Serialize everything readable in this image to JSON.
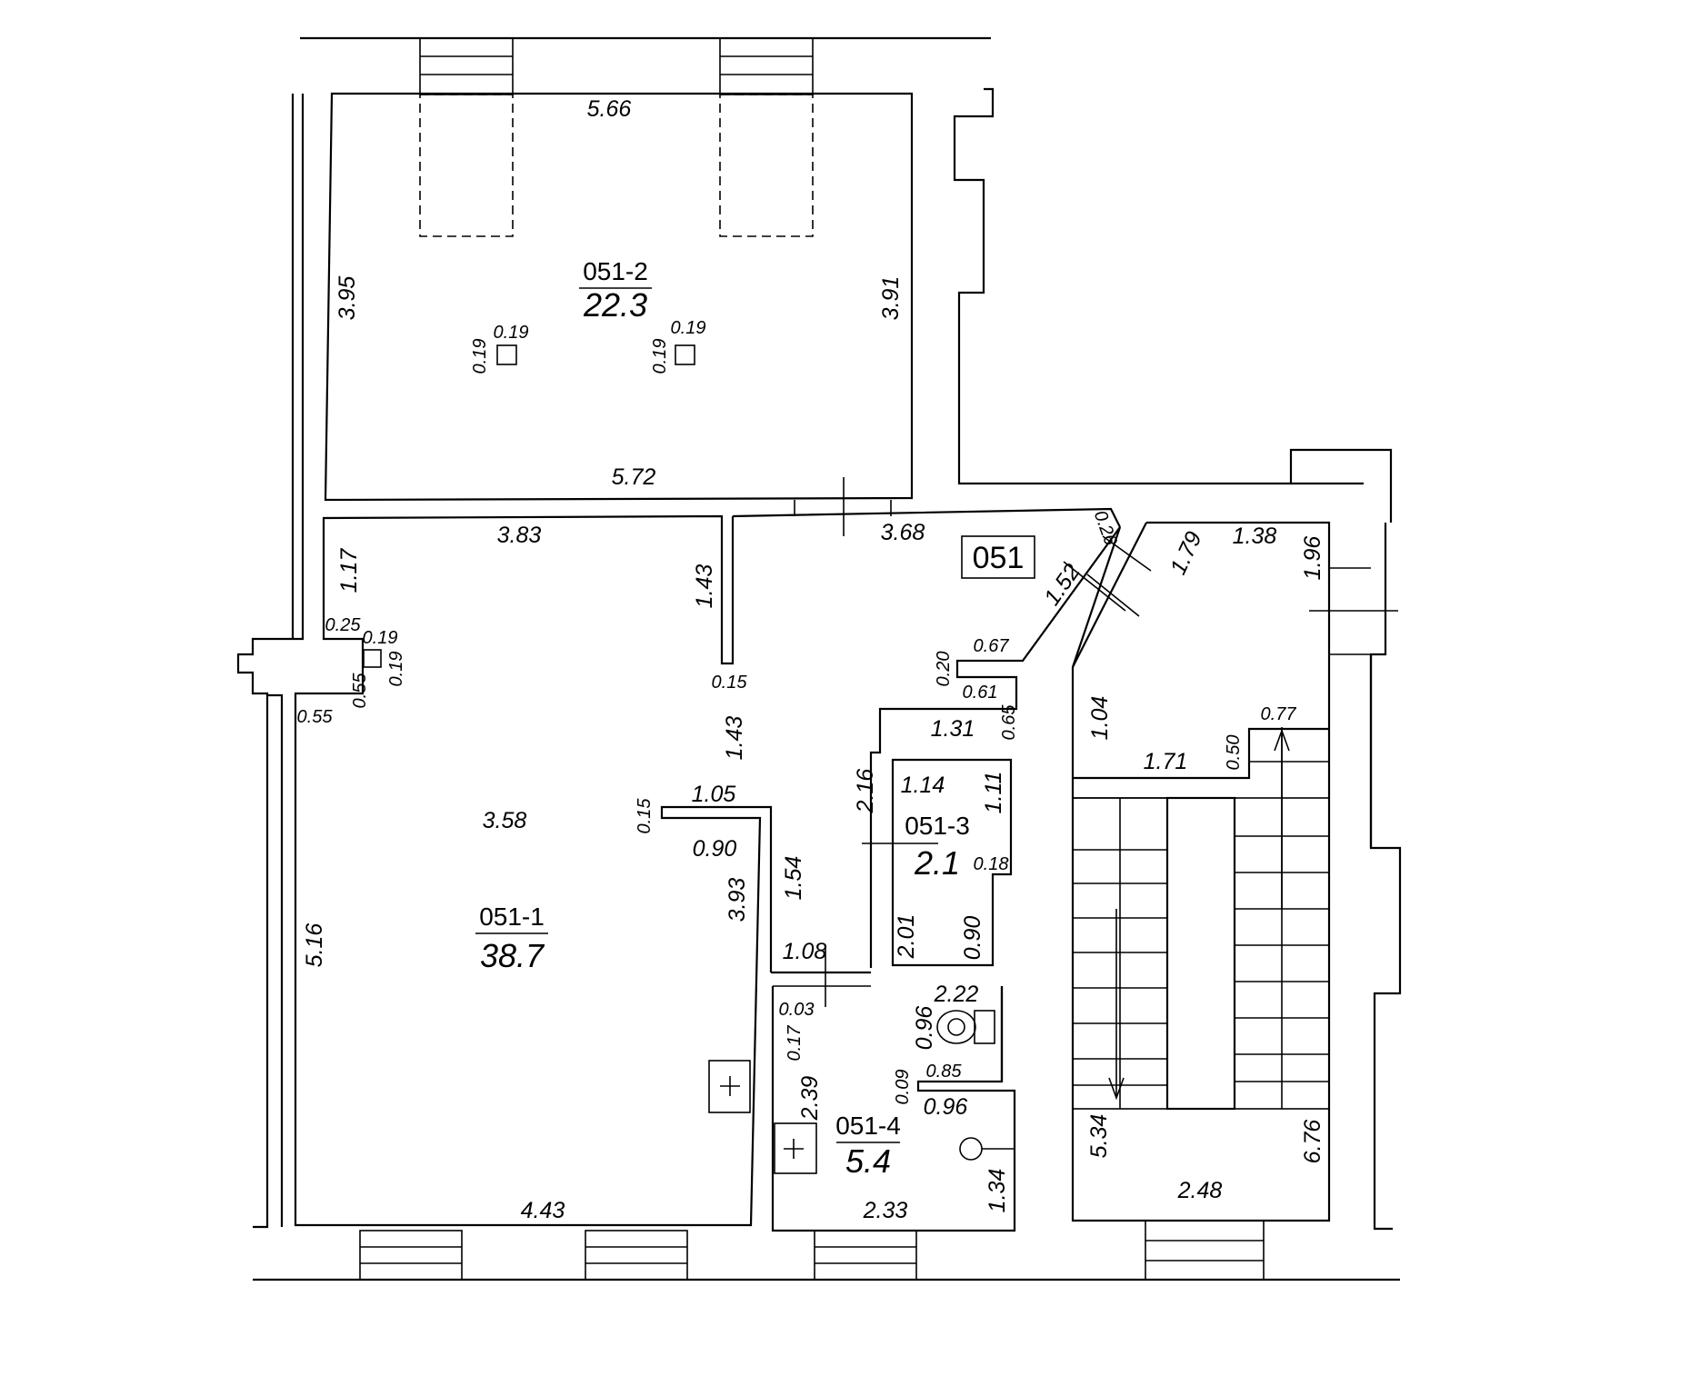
{
  "plan_label": "051",
  "rooms": [
    {
      "id": "051-2",
      "area": "22.3"
    },
    {
      "id": "051-1",
      "area": "38.7"
    },
    {
      "id": "051-3",
      "area": "2.1"
    },
    {
      "id": "051-4",
      "area": "5.4"
    }
  ],
  "dimensions": {
    "r2_top": "5.66",
    "r2_left": "3.95",
    "r2_right": "3.91",
    "r2_bottom": "5.72",
    "r2_col1_w": "0.19",
    "r2_col1_h": "0.19",
    "r2_col2_w": "0.19",
    "r2_col2_h": "0.19",
    "r1_top": "3.83",
    "r1_left_upper": "1.17",
    "r1_notch_top": "0.25",
    "r1_col_w": "0.19",
    "r1_col_h": "0.19",
    "r1_notch_side": "0.55",
    "r1_notch_bottom": "0.55",
    "r1_left": "5.16",
    "r1_inner_a": "1.43",
    "r1_wall_thk_a": "0.15",
    "r1_inner_b": "1.43",
    "r1_width": "3.58",
    "r1_nook_top": "1.05",
    "r1_wall_thk_b": "0.15",
    "r1_nook_bottom": "0.90",
    "r1_right": "3.93",
    "r1_bottom": "4.43",
    "hall_top": "3.68",
    "hall_diag_a": "0.26",
    "hall_diag_b": "1.52",
    "hall_step_a": "0.67",
    "hall_step_b": "0.20",
    "hall_step_c": "0.61",
    "hall_step_d": "0.65",
    "hall_w": "1.31",
    "hall_h": "1.54",
    "hall_bottom": "1.08",
    "r3_left": "2.16",
    "r3_top": "1.14",
    "r3_right": "1.11",
    "r3_inner": "0.18",
    "r3_lower_left": "2.01",
    "r3_lower_right": "0.90",
    "r4_top": "2.22",
    "r4_wc_w": "0.96",
    "r4_wall_a": "0.03",
    "r4_wall_b": "0.17",
    "r4_wall_c": "0.09",
    "r4_partition": "0.85",
    "r4_left": "2.39",
    "r4_mid": "0.96",
    "r4_right": "1.34",
    "r4_bottom": "2.33",
    "st_diag": "1.79",
    "st_top": "1.38",
    "st_right_upper": "1.96",
    "st_left_upper": "1.04",
    "st_landing": "1.71",
    "st_wall": "0.50",
    "st_flight_w": "0.77",
    "st_left": "5.34",
    "st_right": "6.76",
    "st_bottom": "2.48"
  }
}
